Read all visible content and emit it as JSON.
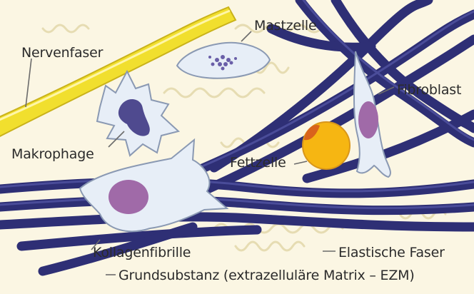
{
  "colors": {
    "background": "#fbf6e3",
    "collagen": "#2e2f75",
    "collagen_highlight": "#4a4c99",
    "nerve_fiber": "#f1df2e",
    "cell_body": "#e7eef7",
    "cell_outline": "#8a99b3",
    "nucleus": "#a06aa8",
    "macrophage_nucleus": "#4f4a8f",
    "fat_cell": "#f6b612",
    "fat_cell_nucleus": "#d9631c",
    "elastic_fiber": "#e6dcb2",
    "label_text": "#2b2b2b"
  },
  "labels": {
    "nerve_fiber": "Nervenfaser",
    "mast_cell": "Mastzelle",
    "fibroblast": "Fibroblast",
    "macrophage": "Makrophage",
    "fat_cell": "Fettzelle",
    "collagen_fibril": "Kollagenfibrille",
    "elastic_fiber": "Elastische Faser",
    "ground_substance": "Grundsubstanz (extrazelluläre Matrix – EZM)"
  },
  "icons": [
    "nerve-fiber-shape",
    "mast-cell-shape",
    "macrophage-shape",
    "fibroblast-shape",
    "fat-cell-shape",
    "collagen-bundle-shape",
    "elastic-fiber-shape"
  ]
}
